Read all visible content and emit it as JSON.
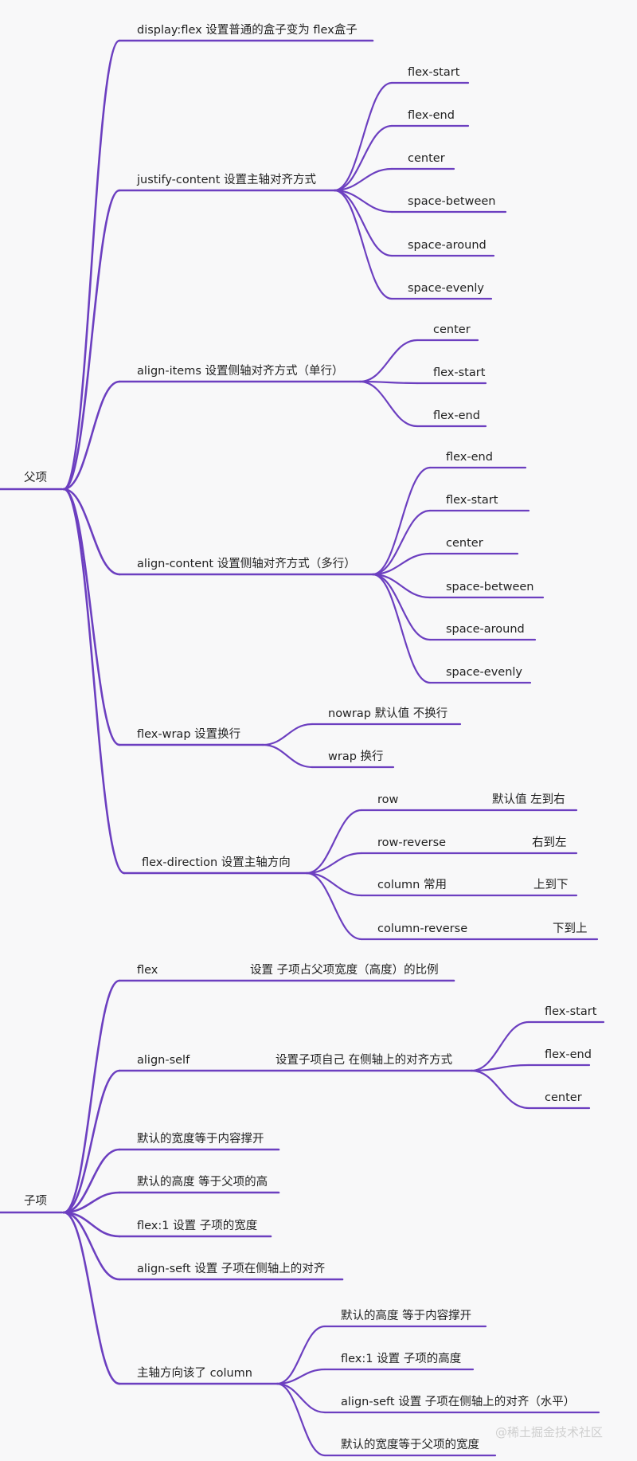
{
  "roots": [
    {
      "label": "父项",
      "children": [
        {
          "label": "display:flex  设置普通的盒子变为 flex盒子",
          "children": []
        },
        {
          "label": "justify-content  设置主轴对齐方式",
          "children": [
            {
              "label": "flex-start"
            },
            {
              "label": "flex-end"
            },
            {
              "label": "center"
            },
            {
              "label": "space-between"
            },
            {
              "label": "space-around"
            },
            {
              "label": "space-evenly"
            }
          ]
        },
        {
          "label": "align-items 设置侧轴对齐方式（单行）",
          "children": [
            {
              "label": "center"
            },
            {
              "label": "flex-start"
            },
            {
              "label": "flex-end"
            }
          ]
        },
        {
          "label": "align-content 设置侧轴对齐方式（多行）",
          "children": [
            {
              "label": "flex-end"
            },
            {
              "label": "flex-start"
            },
            {
              "label": "center"
            },
            {
              "label": "space-between"
            },
            {
              "label": "space-around"
            },
            {
              "label": "space-evenly"
            }
          ]
        },
        {
          "label": "flex-wrap 设置换行",
          "children": [
            {
              "label": "nowrap 默认值 不换行"
            },
            {
              "label": "wrap 换行"
            }
          ]
        },
        {
          "label": "flex-direction 设置主轴方向",
          "children": [
            {
              "label": "row",
              "note": "默认值 左到右"
            },
            {
              "label": "row-reverse",
              "note": "右到左"
            },
            {
              "label": "column 常用",
              "note": "上到下"
            },
            {
              "label": "column-reverse",
              "note": "下到上"
            }
          ]
        }
      ]
    },
    {
      "label": "子项",
      "children": [
        {
          "label": "flex",
          "note": "设置 子项占父项宽度（高度）的比例",
          "children": []
        },
        {
          "label": "align-self",
          "note": "设置子项自己 在侧轴上的对齐方式",
          "children": [
            {
              "label": "flex-start"
            },
            {
              "label": "flex-end"
            },
            {
              "label": "center"
            }
          ]
        },
        {
          "label": "默认的宽度等于内容撑开",
          "children": []
        },
        {
          "label": "默认的高度 等于父项的高",
          "children": []
        },
        {
          "label": "flex:1  设置 子项的宽度",
          "children": []
        },
        {
          "label": "align-seft  设置  子项在侧轴上的对齐",
          "children": []
        },
        {
          "label": "主轴方向该了 column",
          "children": [
            {
              "label": "默认的高度 等于内容撑开"
            },
            {
              "label": "flex:1  设置 子项的高度"
            },
            {
              "label": "align-seft  设置  子项在侧轴上的对齐（水平）"
            },
            {
              "label": "默认的宽度等于父项的宽度"
            }
          ]
        }
      ]
    }
  ],
  "watermark": "@稀土掘金技术社区",
  "colors": {
    "branch": "#6c3fc0",
    "text": "#222222",
    "background": "#f8f8f9",
    "watermark": "#cfcfcf"
  }
}
